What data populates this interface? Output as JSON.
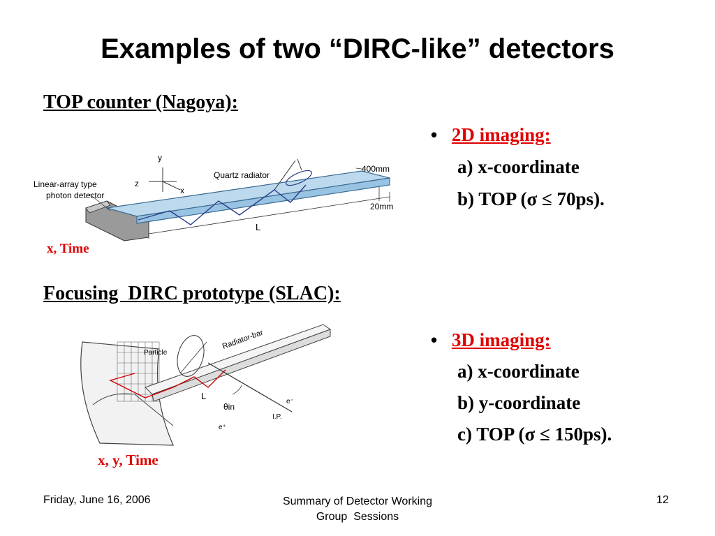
{
  "title": "Examples of two “DIRC-like” detectors",
  "section1": {
    "heading": "TOP counter (Nagoya):",
    "figure": {
      "label_photon_detector_1": "Linear-array type",
      "label_photon_detector_2": "photon detector",
      "label_quartz": "Quartz radiator",
      "label_400mm": "400mm",
      "label_20mm": "20mm",
      "label_L": "L",
      "axis_y": "y",
      "axis_z": "z",
      "axis_x": "x"
    },
    "caption": "x, Time",
    "bullet_title": "2D imaging:",
    "items": [
      "a) x-coordinate",
      "b) TOP (σ ≤ 70ps)."
    ]
  },
  "section2": {
    "heading": "Focusing  DIRC prototype (SLAC):",
    "figure": {
      "label_particle": "Particle",
      "label_radiator_bar": "Radiator-bar",
      "label_L": "L",
      "label_theta": "θin",
      "label_e_minus": "e⁻",
      "label_e_plus": "e⁺",
      "label_ip": "I.P."
    },
    "caption": "x, y, Time",
    "bullet_title": "3D imaging:",
    "items": [
      "a) x-coordinate",
      "b) y-coordinate",
      "c) TOP (σ ≤ 150ps)."
    ]
  },
  "footer": {
    "date": "Friday, June 16, 2006",
    "center_line1": "Summary of Detector Working",
    "center_line2": "Group  Sessions",
    "page": "12"
  },
  "colors": {
    "accent_red": "#e00000",
    "quartz_blue": "#bcd9ee"
  }
}
